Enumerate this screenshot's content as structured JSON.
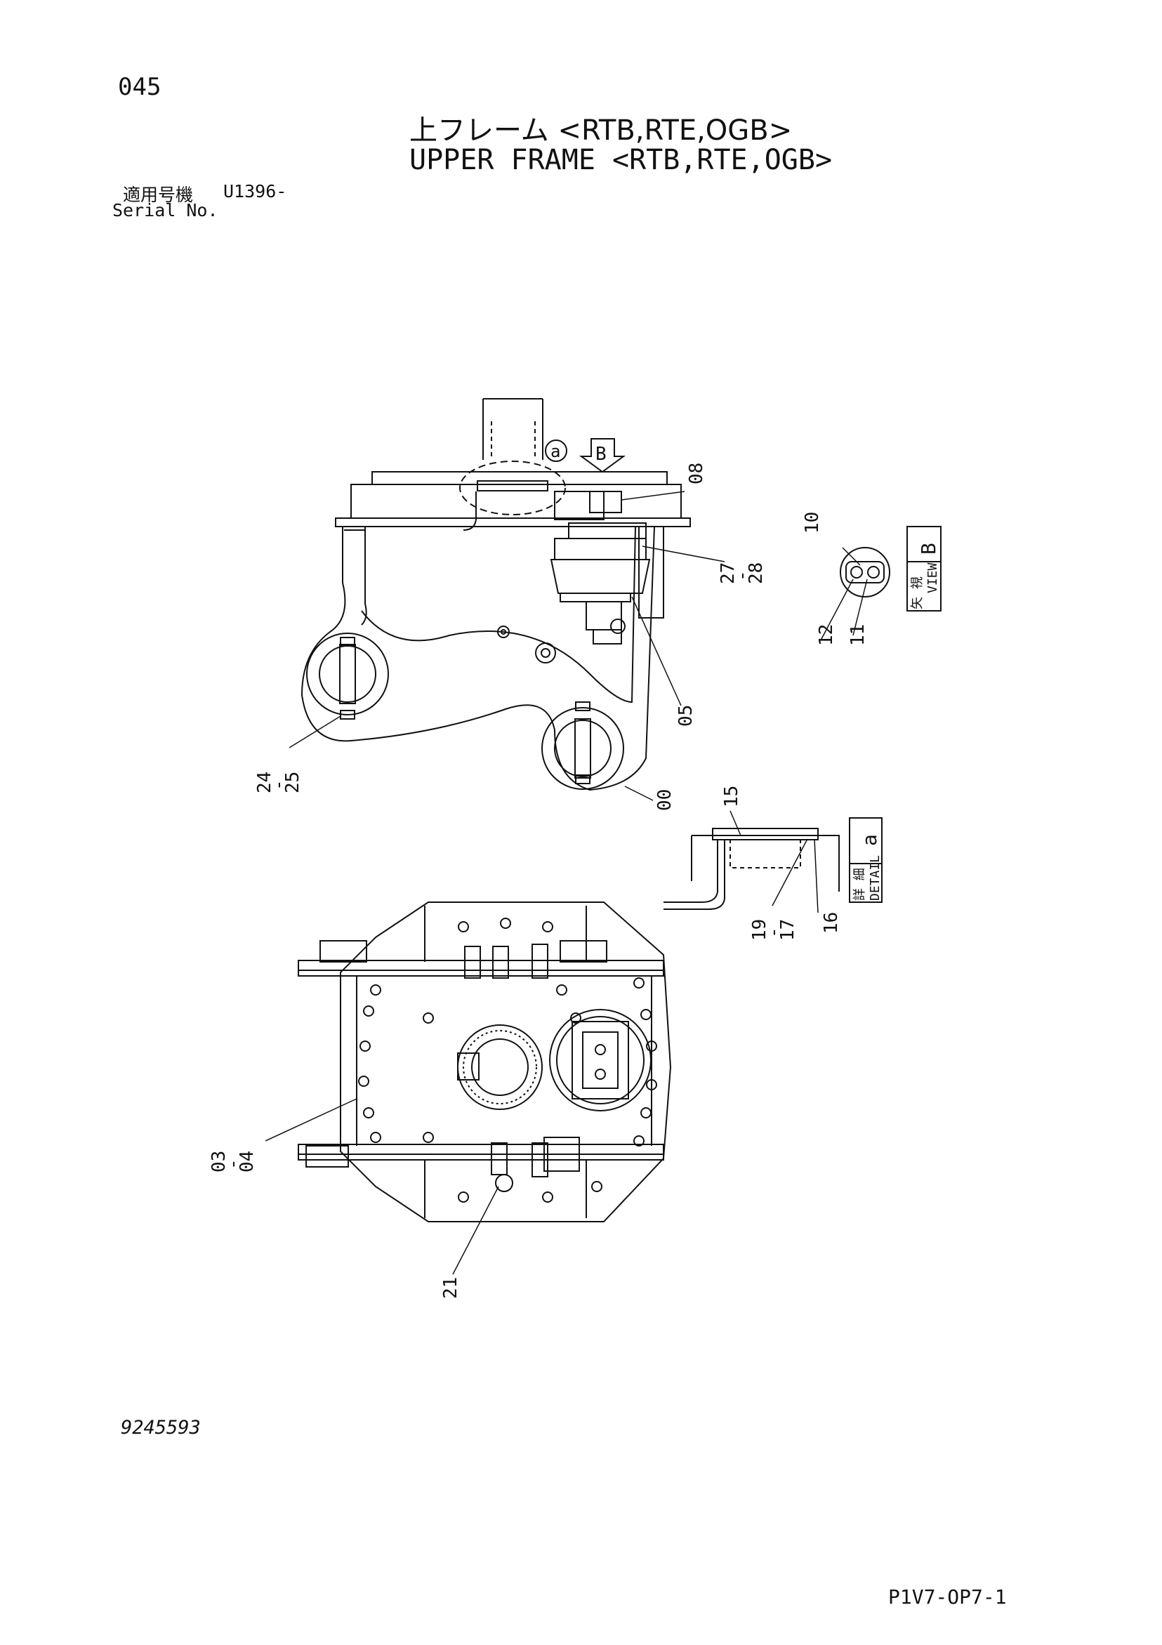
{
  "header": {
    "page_number": "045",
    "title_jp": "上フレーム <RTB,RTE,OGB>",
    "title_en": "UPPER FRAME <RTB,RTE,OGB>",
    "serial_label_jp": "適用号機",
    "serial_label_en": "Serial No.",
    "serial_value": "U1396-"
  },
  "callouts": {
    "c00": "00",
    "c03": "03",
    "c04": "04",
    "c05": "05",
    "c08": "08",
    "c10": "10",
    "c11": "11",
    "c12": "12",
    "c15": "15",
    "c16": "16",
    "c17": "17",
    "c19": "19",
    "c21": "21",
    "c24": "24",
    "c25": "25",
    "c27": "27",
    "c28": "28",
    "dash": "-"
  },
  "view_b": {
    "jp": "矢 視",
    "en": "VIEW",
    "letter": "B"
  },
  "detail_a": {
    "jp": "詳 細",
    "en": "DETAIL",
    "letter": "a"
  },
  "marker_a": "a",
  "marker_b": "B",
  "footer": {
    "drawing_number": "9245593",
    "sheet_code": "P1V7-OP7-1"
  }
}
